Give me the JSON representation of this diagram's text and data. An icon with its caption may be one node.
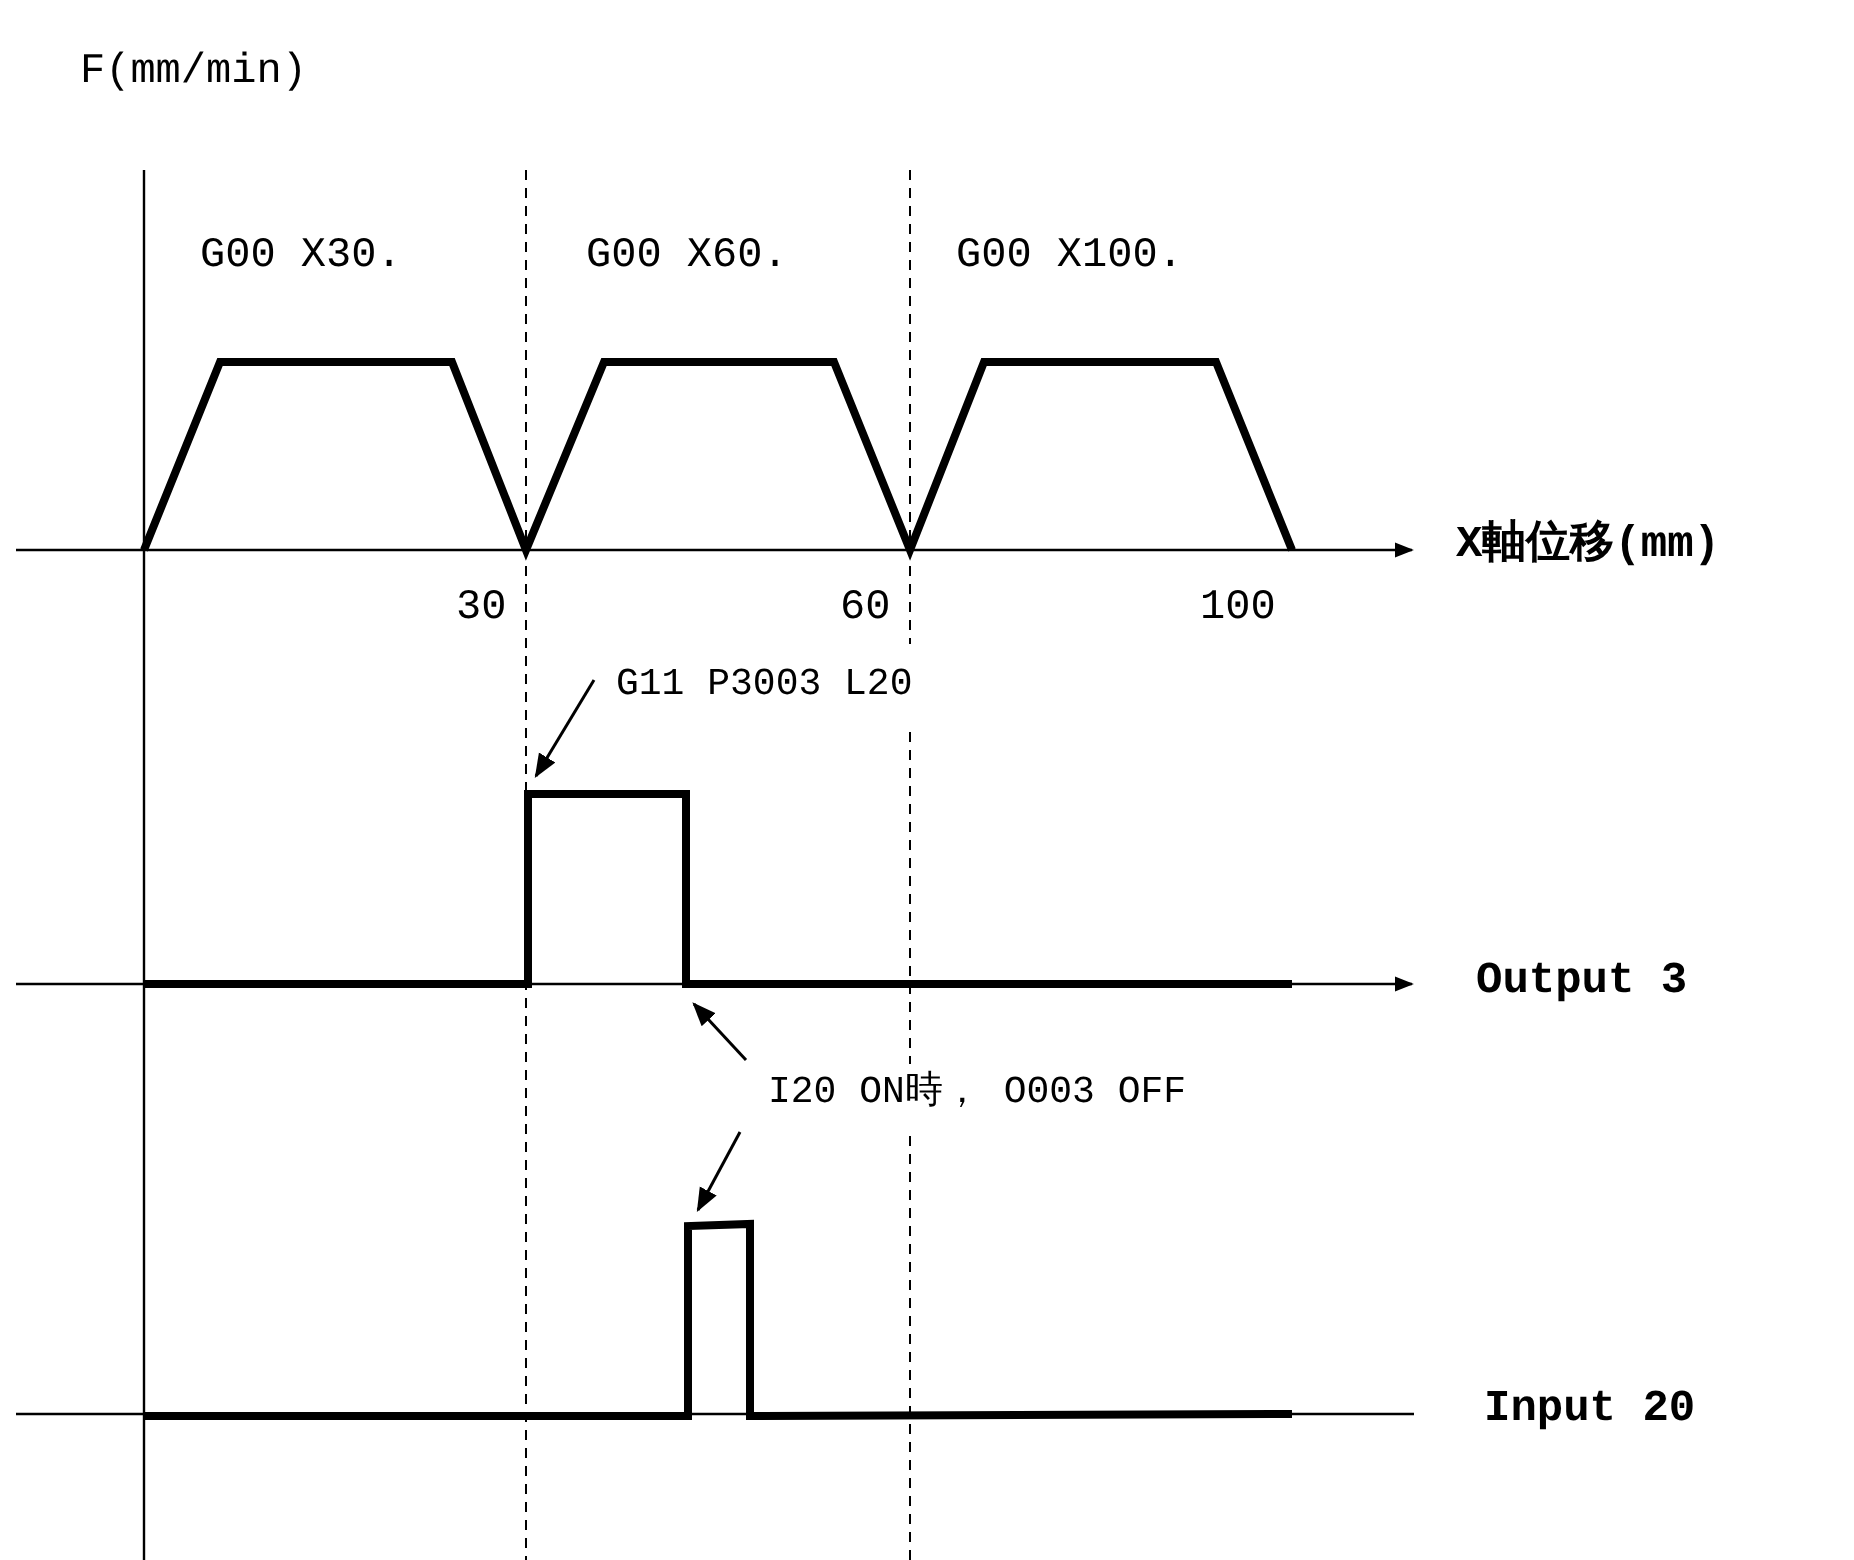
{
  "diagram": {
    "nodes": [
      {
        "text": [
          "G11 P3003 L20"
        ]
      },
      {
        "text": [
          "I20 ON時， O003 OFF"
        ]
      }
    ],
    "edges": [
      {
        "from": 0,
        "to": null,
        "arrow": "to"
      },
      {
        "from": 1,
        "to": null,
        "arrow": "to"
      },
      {
        "from": 1,
        "to": null,
        "arrow": "to"
      }
    ],
    "labels": [
      "F(mm/min)",
      "G00 X30.",
      "G00 X60.",
      "G00 X100.",
      "X軸位移(mm)",
      "30",
      "60",
      "100",
      "Output 3",
      "Input 20"
    ]
  }
}
